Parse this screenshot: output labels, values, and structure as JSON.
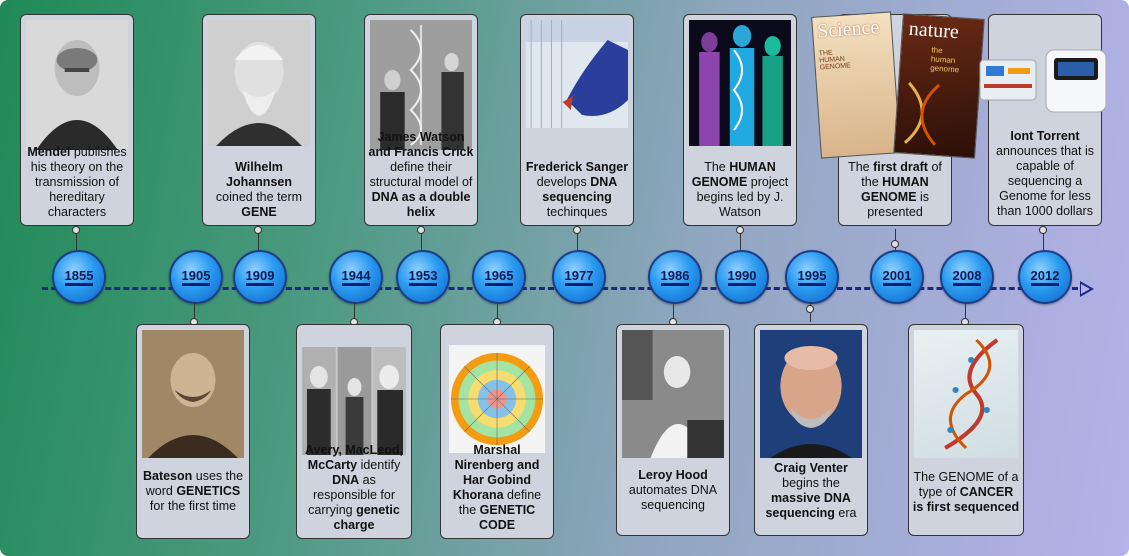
{
  "years": [
    "1855",
    "1905",
    "1909",
    "1944",
    "1953",
    "1965",
    "1977",
    "1986",
    "1990",
    "1995",
    "2001",
    "2008",
    "2012"
  ],
  "events": {
    "e1855": {
      "b1": "Mendel",
      "t1": " publishes his theory on the transmission of hereditary characters"
    },
    "e1905": {
      "b1": "Bateson",
      "t1": " uses the word ",
      "b2": "GENETICS",
      "t2": " for the first time"
    },
    "e1909": {
      "b1": "Wilhelm Johannsen",
      "t1": " coined the term ",
      "b2": "GENE"
    },
    "e1944": {
      "b1": "Avery, MacLeod, McCarty",
      "t1": " identify ",
      "b2": "DNA",
      "t2": " as responsible for carrying ",
      "b3": "genetic charge"
    },
    "e1953": {
      "b1": "James Watson and Francis Crick",
      "t1": " define their structural model of ",
      "b2": "DNA as a double helix"
    },
    "e1965": {
      "b1": "Marshal Nirenberg and Har Gobind Khorana",
      "t1": " define the ",
      "b2": "GENETIC CODE"
    },
    "e1977": {
      "b1": "Frederick Sanger",
      "t1": " develops ",
      "b2": "DNA sequencing",
      "t2": " techinques"
    },
    "e1986": {
      "b1": "Leroy Hood",
      "t1": " automates DNA sequencing"
    },
    "e1990": {
      "t1": "The ",
      "b1": "HUMAN GENOME",
      "t2": " project begins led by J. Watson"
    },
    "e1995": {
      "b1": "Craig Venter",
      "t1": " begins the ",
      "b2": "massive DNA sequencing",
      "t2": " era"
    },
    "e2001": {
      "t1": "The ",
      "b1": "first draft",
      "t2": " of the ",
      "b2": "HUMAN GENOME",
      "t3": " is presented"
    },
    "e2008": {
      "t1": "The GENOME of a type of ",
      "b1": "CANCER is first sequenced"
    },
    "e2012": {
      "b1": "Iont Torrent",
      "t1": " announces that is capable of sequencing a Genome for less than 1000 dollars"
    }
  },
  "images": {
    "science_cover_title": "Science",
    "science_cover_text": "THE HUMAN GENOME",
    "nature_cover_title": "nature",
    "nature_cover_text": "the human genome"
  },
  "colors": {
    "axis": "#1b2a83",
    "node": "#2a9af0",
    "card": "#cfd3dd"
  }
}
